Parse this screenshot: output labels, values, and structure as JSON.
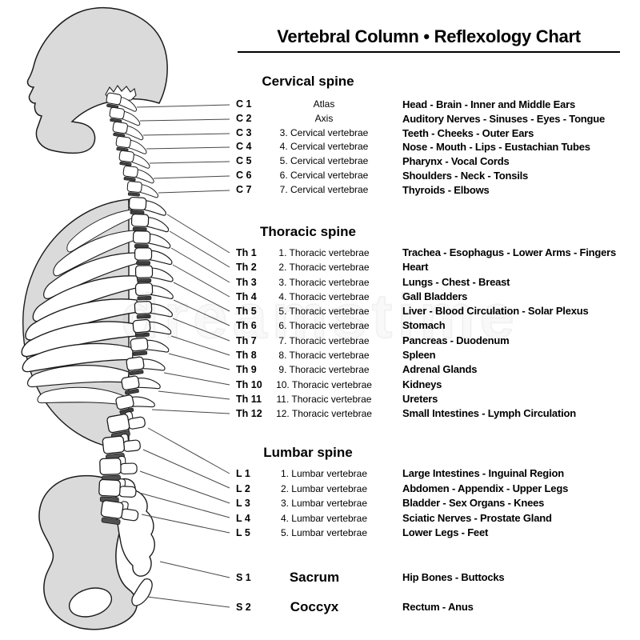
{
  "title": "Vertebral Column • Reflexology Chart",
  "watermark": {
    "text": "dreamstime"
  },
  "colors": {
    "bone_fill": "#dadada",
    "outline": "#1c1c1c",
    "disc_dark": "#3f3f3f",
    "disc_lumbar": "#515151",
    "leader_line": "#474747",
    "text": "#000000"
  },
  "illustration": {
    "parts": [
      "skull",
      "cervical-spine",
      "ribcage",
      "thoracic-spine",
      "lumbar-spine",
      "pelvis",
      "sacrum",
      "coccyx"
    ]
  },
  "sections": {
    "cervical": {
      "header": "Cervical spine",
      "rows": [
        {
          "level": "C 1",
          "name": "Atlas",
          "desc": "Head - Brain - Inner and Middle Ears"
        },
        {
          "level": "C 2",
          "name": "Axis",
          "desc": "Auditory Nerves - Sinuses - Eyes - Tongue"
        },
        {
          "level": "C 3",
          "name": "3. Cervical vertebrae",
          "desc": "Teeth - Cheeks - Outer Ears"
        },
        {
          "level": "C 4",
          "name": "4. Cervical vertebrae",
          "desc": "Nose - Mouth - Lips - Eustachian Tubes"
        },
        {
          "level": "C 5",
          "name": "5. Cervical vertebrae",
          "desc": "Pharynx - Vocal Cords"
        },
        {
          "level": "C 6",
          "name": "6. Cervical vertebrae",
          "desc": "Shoulders - Neck - Tonsils"
        },
        {
          "level": "C 7",
          "name": "7. Cervical vertebrae",
          "desc": "Thyroids - Elbows"
        }
      ]
    },
    "thoracic": {
      "header": "Thoracic spine",
      "rows": [
        {
          "level": "Th 1",
          "name": "1. Thoracic vertebrae",
          "desc": "Trachea - Esophagus - Lower Arms - Fingers"
        },
        {
          "level": "Th 2",
          "name": "2. Thoracic vertebrae",
          "desc": "Heart"
        },
        {
          "level": "Th 3",
          "name": "3. Thoracic vertebrae",
          "desc": "Lungs - Chest - Breast"
        },
        {
          "level": "Th 4",
          "name": "4. Thoracic vertebrae",
          "desc": "Gall Bladders"
        },
        {
          "level": "Th 5",
          "name": "5. Thoracic vertebrae",
          "desc": "Liver - Blood Circulation - Solar Plexus"
        },
        {
          "level": "Th 6",
          "name": "6. Thoracic vertebrae",
          "desc": "Stomach"
        },
        {
          "level": "Th 7",
          "name": "7. Thoracic vertebrae",
          "desc": "Pancreas - Duodenum"
        },
        {
          "level": "Th 8",
          "name": "8. Thoracic vertebrae",
          "desc": "Spleen"
        },
        {
          "level": "Th 9",
          "name": "9. Thoracic vertebrae",
          "desc": "Adrenal Glands"
        },
        {
          "level": "Th 10",
          "name": "10. Thoracic vertebrae",
          "desc": "Kidneys"
        },
        {
          "level": "Th 11",
          "name": "11. Thoracic vertebrae",
          "desc": "Ureters"
        },
        {
          "level": "Th 12",
          "name": "12. Thoracic vertebrae",
          "desc": "Small Intestines - Lymph Circulation"
        }
      ]
    },
    "lumbar": {
      "header": "Lumbar spine",
      "rows": [
        {
          "level": "L 1",
          "name": "1. Lumbar vertebrae",
          "desc": "Large Intestines - Inguinal Region"
        },
        {
          "level": "L 2",
          "name": "2. Lumbar vertebrae",
          "desc": "Abdomen - Appendix - Upper Legs"
        },
        {
          "level": "L 3",
          "name": "3. Lumbar vertebrae",
          "desc": "Bladder - Sex Organs - Knees"
        },
        {
          "level": "L 4",
          "name": "4. Lumbar vertebrae",
          "desc": "Sciatic Nerves - Prostate Gland"
        },
        {
          "level": "L 5",
          "name": "5. Lumbar vertebrae",
          "desc": "Lower Legs - Feet"
        }
      ]
    },
    "sacral": {
      "rows": [
        {
          "level": "S 1",
          "name": "Sacrum",
          "desc": "Hip Bones - Buttocks"
        },
        {
          "level": "S 2",
          "name": "Coccyx",
          "desc": "Rectum - Anus"
        }
      ]
    }
  }
}
